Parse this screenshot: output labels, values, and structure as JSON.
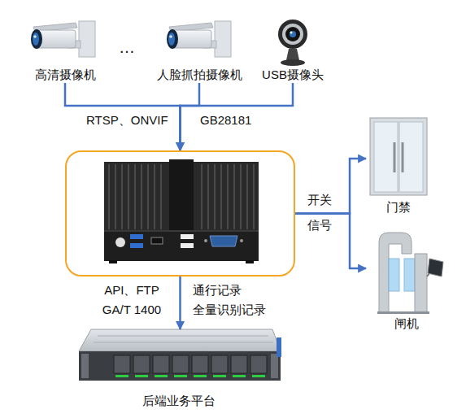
{
  "diagram": {
    "nodes": [
      {
        "text": [
          "高清摄像机"
        ]
      },
      {
        "text": [
          "人脸抓拍摄像机"
        ]
      },
      {
        "text": [
          "USB摄像头"
        ]
      },
      {
        "text": []
      },
      {
        "text": [
          "门禁"
        ]
      },
      {
        "text": [
          "闸机"
        ]
      },
      {
        "text": [
          "后端业务平台"
        ]
      }
    ],
    "edges": [
      {
        "from": 0,
        "to": 3,
        "arrow": "to"
      },
      {
        "from": 1,
        "to": 3,
        "arrow": "to"
      },
      {
        "from": 2,
        "to": 3,
        "arrow": "to"
      },
      {
        "from": 3,
        "to": 4,
        "arrow": "to",
        "label": "开关 信号"
      },
      {
        "from": 3,
        "to": 5,
        "arrow": "to"
      },
      {
        "from": 3,
        "to": 6,
        "arrow": "to",
        "label": "API、FTP GA/T 1400"
      }
    ],
    "labels": [
      "…",
      "RTSP、ONVIF",
      "GB28181",
      "通行记录 全量识别记录"
    ]
  }
}
